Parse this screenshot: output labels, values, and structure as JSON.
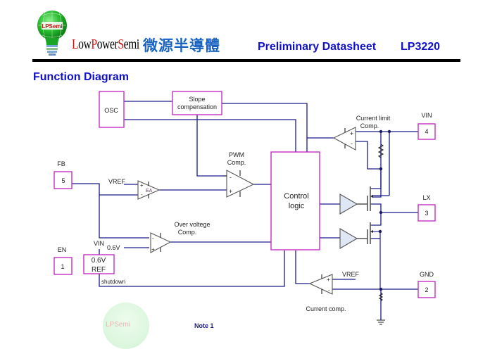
{
  "header": {
    "logo_badge": "LPSemi",
    "brand_name_parts": [
      "L",
      "ow",
      "P",
      "ower",
      "S",
      "emi"
    ],
    "brand_name_cn": "微源半導體",
    "document_type": "Preliminary Datasheet",
    "part_number": "LP3220"
  },
  "section": {
    "title": "Function Diagram"
  },
  "diagram": {
    "blocks": {
      "osc": "OSC",
      "slope_line1": "Slope",
      "slope_line2": "compensation",
      "control_line1": "Control",
      "control_line2": "logic",
      "ref_line1": "0.6V",
      "ref_line2": "REF"
    },
    "comparators": {
      "pwm_line1": "PWM",
      "pwm_line2": "Comp.",
      "current_limit_line1": "Current limit",
      "current_limit_line2": "Comp.",
      "over_voltage_line1": "Over voltege",
      "over_voltage_line2": "Comp.",
      "current_comp": "Current comp.",
      "ea": "EA",
      "plus": "+",
      "minus": "-"
    },
    "pins": [
      {
        "name": "VIN",
        "number": "4"
      },
      {
        "name": "LX",
        "number": "3"
      },
      {
        "name": "GND",
        "number": "2"
      },
      {
        "name": "FB",
        "number": "5"
      },
      {
        "name": "EN",
        "number": "1"
      }
    ],
    "signals": {
      "vref_ea": "VREF",
      "vref_cc": "VREF",
      "vin_ref": "VIN",
      "ref_06v": "0.6V",
      "shutdown": "shutdown"
    }
  },
  "footer_fragment": {
    "watermark": "LPSemi",
    "note": "Note 1"
  },
  "colors": {
    "title_blue": "#1010c8",
    "brand_blue": "#1a63c0",
    "brand_red": "#cc1010",
    "wire": "#1a1a8c",
    "block_border": "#c020c0",
    "buffer_fill": "#dfe7f5"
  }
}
